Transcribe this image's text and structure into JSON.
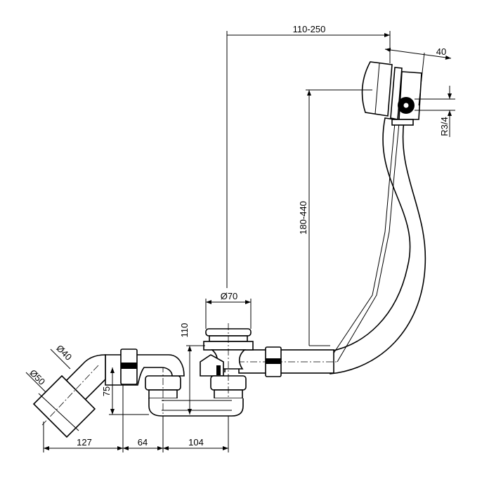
{
  "title": "Bath waste and overflow set – dimension drawing",
  "dimensions": {
    "overflow_offset": "110-250",
    "overflow_depth": "40",
    "thread": "R3/4",
    "height_range": "180-440",
    "drain_diameter": "Ø70",
    "drain_height": "110",
    "pipe_small_diameter": "Ø40",
    "pipe_large_diameter": "Ø50",
    "outlet_height": "75",
    "dist_1": "127",
    "dist_2": "64",
    "dist_3": "104"
  },
  "colors": {
    "line": "#000000",
    "background": "#ffffff"
  }
}
